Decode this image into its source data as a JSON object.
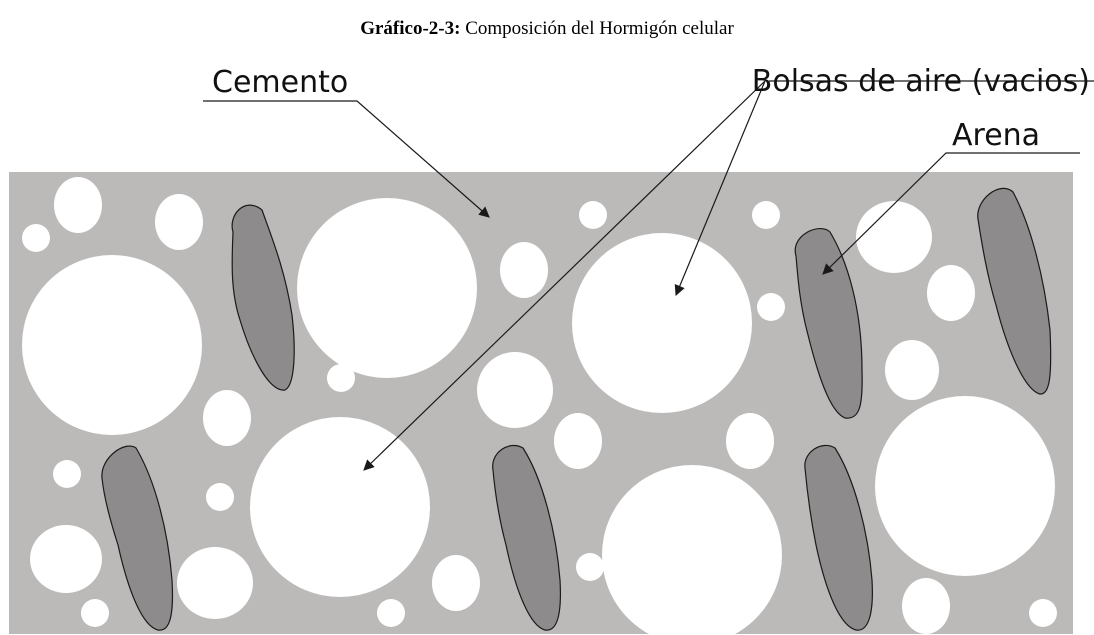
{
  "caption": {
    "number": "Gráfico-2-3:",
    "text": "Composición del Hormigón celular"
  },
  "labels": {
    "cement": "Cemento",
    "air_voids": "Bolsas de aire (vacios)",
    "sand": "Arena"
  },
  "colors": {
    "cement": "#bcb9b9",
    "sand": "#8d8b8b",
    "air": "#ffffff",
    "line": "#1a1a1a"
  }
}
